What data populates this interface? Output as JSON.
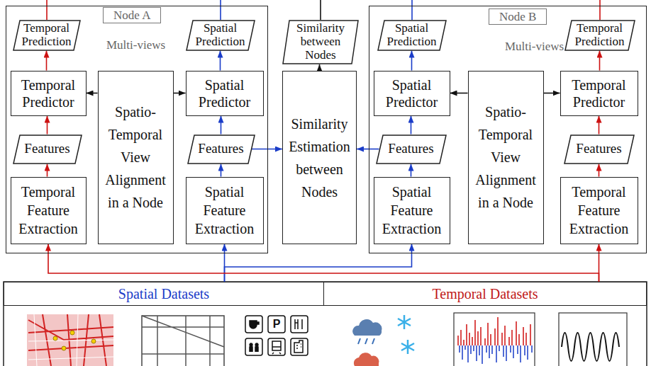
{
  "diagram": {
    "nodes": [
      {
        "text": [
          "Node A",
          "Multi-views"
        ]
      },
      {
        "text": [
          "Temporal Prediction"
        ],
        "in": 0
      },
      {
        "text": [
          "Spatial Prediction"
        ],
        "in": 0
      },
      {
        "text": [
          "Temporal Predictor"
        ],
        "in": 0
      },
      {
        "text": [
          "Spatio-Temporal View Alignment in a Node"
        ],
        "in": 0
      },
      {
        "text": [
          "Spatial Predictor"
        ],
        "in": 0
      },
      {
        "text": [
          "Features"
        ],
        "in": 0
      },
      {
        "text": [
          "Features"
        ],
        "in": 0
      },
      {
        "text": [
          "Temporal Feature Extraction"
        ],
        "in": 0
      },
      {
        "text": [
          "Spatial Feature Extraction"
        ],
        "in": 0
      },
      {
        "text": [
          "Similarity between Nodes"
        ]
      },
      {
        "text": [
          "Similarity Estimation between Nodes"
        ]
      },
      {
        "text": [
          "Node B",
          "Multi-views"
        ]
      },
      {
        "text": [
          "Spatial Prediction"
        ],
        "in": 12
      },
      {
        "text": [
          "Temporal Prediction"
        ],
        "in": 12
      },
      {
        "text": [
          "Spatial Predictor"
        ],
        "in": 12
      },
      {
        "text": [
          "Spatio-Temporal View Alignment in a Node"
        ],
        "in": 12
      },
      {
        "text": [
          "Temporal Predictor"
        ],
        "in": 12
      },
      {
        "text": [
          "Features"
        ],
        "in": 12
      },
      {
        "text": [
          "Features"
        ],
        "in": 12
      },
      {
        "text": [
          "Spatial Feature Extraction"
        ],
        "in": 12
      },
      {
        "text": [
          "Temporal Feature Extraction"
        ],
        "in": 12
      },
      {
        "text": [
          "Spatial Datasets"
        ]
      },
      {
        "text": [
          "Temporal Datasets"
        ]
      }
    ],
    "edges": [
      {
        "from": 8,
        "to": 6,
        "arrow": "to"
      },
      {
        "from": 6,
        "to": 3,
        "arrow": "to"
      },
      {
        "from": 3,
        "to": 1,
        "arrow": "to"
      },
      {
        "from": 9,
        "to": 7,
        "arrow": "to"
      },
      {
        "from": 7,
        "to": 5,
        "arrow": "to"
      },
      {
        "from": 5,
        "to": 2,
        "arrow": "to"
      },
      {
        "from": 4,
        "to": 3,
        "arrow": "to"
      },
      {
        "from": 4,
        "to": 5,
        "arrow": "to"
      },
      {
        "from": 7,
        "to": 11,
        "arrow": "to"
      },
      {
        "from": 18,
        "to": 11,
        "arrow": "to"
      },
      {
        "from": 11,
        "to": 10,
        "arrow": "to"
      },
      {
        "from": 16,
        "to": 15,
        "arrow": "to"
      },
      {
        "from": 16,
        "to": 17,
        "arrow": "to"
      },
      {
        "from": 20,
        "to": 18,
        "arrow": "to"
      },
      {
        "from": 18,
        "to": 15,
        "arrow": "to"
      },
      {
        "from": 15,
        "to": 13,
        "arrow": "to"
      },
      {
        "from": 21,
        "to": 19,
        "arrow": "to"
      },
      {
        "from": 19,
        "to": 17,
        "arrow": "to"
      },
      {
        "from": 17,
        "to": 14,
        "arrow": "to"
      },
      {
        "from": 22,
        "to": 9,
        "arrow": "to"
      },
      {
        "from": 22,
        "to": 20,
        "arrow": "to"
      },
      {
        "from": 23,
        "to": 8,
        "arrow": "to"
      },
      {
        "from": 23,
        "to": 21,
        "arrow": "to"
      }
    ],
    "labels": [
      "P"
    ]
  }
}
